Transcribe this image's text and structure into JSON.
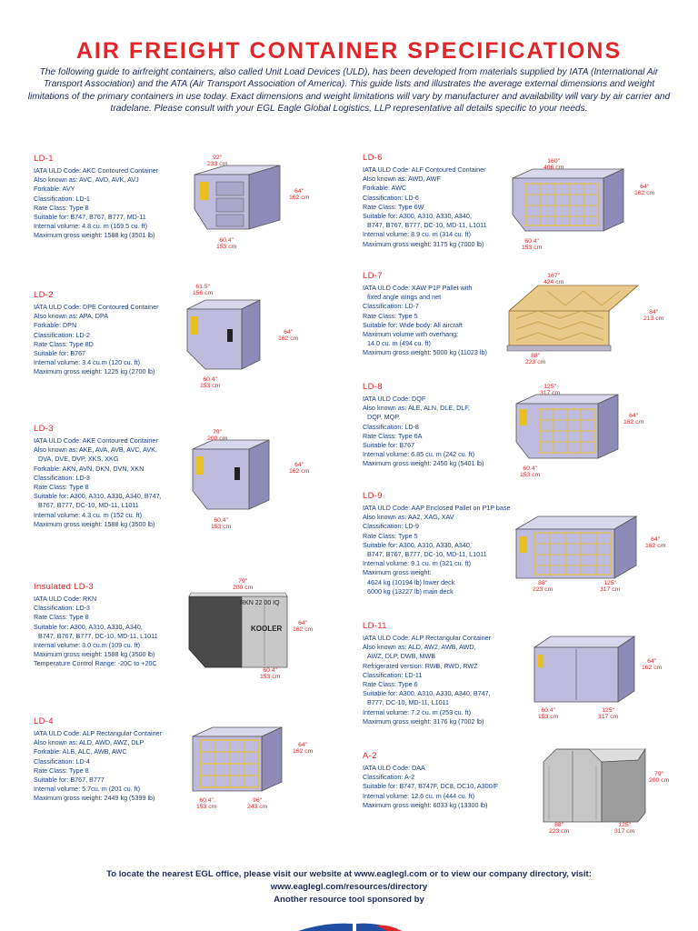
{
  "title": "AIR FREIGHT CONTAINER SPECIFICATIONS",
  "intro": "The following guide to airfreight containers, also called Unit Load Devices (ULD), has been developed from materials supplied by IATA (International Air Transport Association) and the ATA (Air Transport Association of America).  This guide lists and illustrates the average external dimensions and weight limitations of the primary containers in use today.  Exact dimensions and weight limitations will vary by manufacturer and availability will vary by air carrier and tradelane.  Please consult with your EGL Eagle Global Logistics, LLP representative all details specific to your needs.",
  "containers": [
    {
      "name": "LD-1",
      "lines": [
        "IATA ULD Code: AKC Contoured Container",
        "Also known as: AVC, AVD, AVK, AVJ",
        "Forkable: AVY",
        "Classification: LD-1",
        "Rate Class: Type 8",
        "Suitable for: B747, B767, B777, MD-11",
        "Internal volume: 4.8 cu. m (169.5 cu. ft)",
        "Maximum gross weight: 1588 kg (3501 lb)"
      ],
      "dims": {
        "top": "92\"",
        "top_cm": "233 cm",
        "right": "64\"",
        "right_cm": "162 cm",
        "bottom": "60.4\"",
        "bottom_cm": "153 cm"
      }
    },
    {
      "name": "LD-2",
      "lines": [
        "IATA ULD Code: DPE Contoured Container",
        "Also known as: APA, DPA",
        "Forkable: DPN",
        "Classification: LD-2",
        "Rate Class: Type 8D",
        "Suitable for: B767",
        "Internal volume: 3.4  cu.m (120 cu. ft)",
        "Maximum gross weight: 1225 kg (2700 lb)"
      ],
      "dims": {
        "top": "61.5\"",
        "top_cm": "156 cm",
        "right": "64\"",
        "right_cm": "162 cm",
        "bottom": "60.4\"",
        "bottom_cm": "153 cm"
      }
    },
    {
      "name": "LD-3",
      "lines": [
        "IATA ULD Code: AKE Contoured Container",
        "Also known as: AKE, AVA, AVB, AVC, AVK,",
        "  DVA, DVE, DVP, XKS, XKG",
        "Forkable: AKN, AVN, DKN, DVN, XKN",
        "Classification: LD-3",
        "Rate Class: Type 8",
        "Suitable for: A300, A310, A330, A340, B747,",
        "  B767, B777, DC-10, MD-11, L1011",
        "Internal volume: 4.3 cu. m (152 cu. ft)",
        "Maximum gross weight: 1588 kg (3500 lb)"
      ],
      "dims": {
        "top": "79\"",
        "top_cm": "200 cm",
        "right": "64\"",
        "right_cm": "162 cm",
        "bottom": "60.4\"",
        "bottom_cm": "153 cm"
      }
    },
    {
      "name": "Insulated LD-3",
      "lines": [
        "IATA ULD Code: RKN",
        "Classification:  LD-3",
        "Rate Class:  Type 8",
        "Suitable for:  A300, A310, A330, A340,",
        "  B747, B767, B777, DC-10, MD-11, L1011",
        "Internal volume: 3.0 cu.m (109 cu. ft)",
        "Maximum gross weight: 1588 kg (3500 lb)",
        "Temperature Control Range:  -20C to +20C"
      ],
      "dims": {
        "top": "79\"",
        "top_cm": "200 cm",
        "right": "64\"",
        "right_cm": "162 cm",
        "bottom": "60.4\"",
        "bottom_cm": "153 cm"
      },
      "panel_code": "RKN  22  00  IQ",
      "panel_brand": "KOOLER"
    },
    {
      "name": "LD-4",
      "lines": [
        "IATA ULD Code: ALP Rectangular Container",
        "Also known as: ALD, AWD, AWZ, DLP",
        "Forkable: ALB, ALC, AWB, AWC",
        "Classification: LD-4",
        "Rate Class: Type 8",
        "Suitable for: B767, B777",
        "Internal volume: 5.7cu. m (201 cu. ft)",
        "Maximum gross weight: 2449 kg (5399 lb)"
      ],
      "dims": {
        "right": "64\"",
        "right_cm": "162 cm",
        "bottom": "60.4\"",
        "bottom_cm": "153 cm",
        "bottom2": "96\"",
        "bottom2_cm": "243 cm"
      }
    },
    {
      "name": "LD-6",
      "lines": [
        "IATA ULD Code: ALF Contoured Container",
        "Also known as: AWD, AWF",
        "Forkable: AWC",
        "Classification: LD-6",
        "Rate Class: Type 6W",
        "Suitable for: A300, A310, A330, A340,",
        "  B747, B767, B777, DC-10, MD-11, L1011",
        "Internal volume: 8.9 cu. m (314 cu. ft)",
        "Maximum gross weight: 3175 kg (7000 lb)"
      ],
      "dims": {
        "top": "160\"",
        "top_cm": "406 cm",
        "right": "64\"",
        "right_cm": "162 cm",
        "bottom": "60.4\"",
        "bottom_cm": "153 cm"
      }
    },
    {
      "name": "LD-7",
      "lines": [
        "IATA ULD Code: XAW P1P Pallet with",
        "  fixed angle wings and net",
        "Classification: LD-7",
        "Rate Class: Type 5",
        "Suitable for: Wide body: All aircraft",
        "Maximum volume with overhang:",
        "  14.0 cu. m (494 cu. ft)",
        "Maximum gross weight: 5000 kg (11023 lb)"
      ],
      "dims": {
        "top": "167\"",
        "top_cm": "424 cm",
        "right": "84\"",
        "right_cm": "213 cm",
        "bottom": "88\"",
        "bottom_cm": "223 cm"
      }
    },
    {
      "name": "LD-8",
      "lines": [
        "IATA ULD Code: DQF",
        "Also known as: ALE, ALN, DLE, DLF,",
        "  DQP, MQP",
        "Classification: LD-8",
        "Rate Class: Type 6A",
        "Suitable for: B767",
        "Internal volume: 6.85 cu. m (242 cu. ft)",
        "Maximum gross weight: 2450 kg (5401 lb)"
      ],
      "dims": {
        "top": "125\"",
        "top_cm": "317 cm",
        "right": "64\"",
        "right_cm": "162 cm",
        "bottom": "60.4\"",
        "bottom_cm": "153 cm"
      }
    },
    {
      "name": "LD-9",
      "lines": [
        "IATA ULD Code: AAP Enclosed Pallet on P1P base",
        "Also known as: AA2, XAG, XAV",
        "Classification: LD-9",
        "Rate Class: Type 5",
        "Suitable for: A300, A310, A330, A340,",
        "  B747, B767, B777, DC-10, MD-11, L1011",
        "Internal volume: 9.1 cu. m (321 cu. ft)",
        "Maximum gross weight:",
        "  4624 kg (10194 lb) lower deck",
        "  6000 kg (13227 lb) main deck"
      ],
      "dims": {
        "right": "64\"",
        "right_cm": "162 cm",
        "bottom": "88\"",
        "bottom_cm": "223 cm",
        "bottom2": "125\"",
        "bottom2_cm": "317 cm"
      }
    },
    {
      "name": "LD-11",
      "lines": [
        "IATA ULD Code: ALP Rectangular Container",
        "Also known as: ALD, AW2, AWB, AWD,",
        "  AWZ, DLP, DWB, MWB",
        "Refrigerated version: RWB, RWD, RWZ",
        "Classification: LD-11",
        "Rate Class: Type 6",
        "Suitable for: A300, A310, A330, A340, B747,",
        "  B777, DC-10, MD-11, L1011",
        "Internal volume: 7.2 cu. m (253 cu. ft)",
        "Maximum gross weight: 3176 kg (7002 lb)"
      ],
      "dims": {
        "right": "64\"",
        "right_cm": "162 cm",
        "bottom": "60.4\"",
        "bottom_cm": "153 cm",
        "bottom2": "125\"",
        "bottom2_cm": "317 cm"
      }
    },
    {
      "name": "A-2",
      "lines": [
        "IATA ULD Code:  DAA",
        "Classification:  A-2",
        "Suitable for:  B747, B747F, DC8, DC10, A300/F",
        "Internal volume:  12.6 cu. m (444 cu. ft)",
        "Maximum gross weight:  6033 kg (13300 lb)"
      ],
      "dims": {
        "right": "79\"",
        "right_cm": "200 cm",
        "bottom": "88\"",
        "bottom_cm": "223 cm",
        "bottom2": "125\"",
        "bottom2_cm": "317 cm"
      }
    }
  ],
  "footer": {
    "line1": "To locate the nearest EGL office, please visit our website at www.eaglegl.com or to view our company directory, visit:",
    "line2": "www.eaglegl.com/resources/directory",
    "line3": "Another resource tool sponsored by"
  },
  "colors": {
    "accent": "#e0262b",
    "text": "#1b3f8b",
    "container": "#b3b0d4",
    "net": "#e8c020"
  }
}
